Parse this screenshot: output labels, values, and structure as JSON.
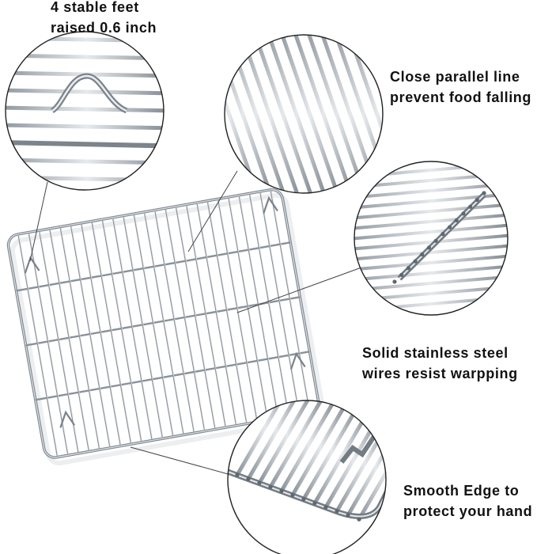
{
  "captions": {
    "feet": {
      "line1": "4 stable feet",
      "line2": "raised 0.6 inch"
    },
    "parallel": {
      "line1": "Close parallel line",
      "line2": "prevent food falling"
    },
    "steel": {
      "line1": "Solid stainless steel",
      "line2": "wires resist warpping"
    },
    "edge": {
      "line1": "Smooth Edge to",
      "line2": "protect your hand"
    }
  },
  "colors": {
    "text": "#111111",
    "circle_border": "#222222",
    "leader_line": "#444444",
    "wire_light": "#d9dde2",
    "wire_mid": "#a9b0b8",
    "wire_dark": "#6f7780"
  }
}
